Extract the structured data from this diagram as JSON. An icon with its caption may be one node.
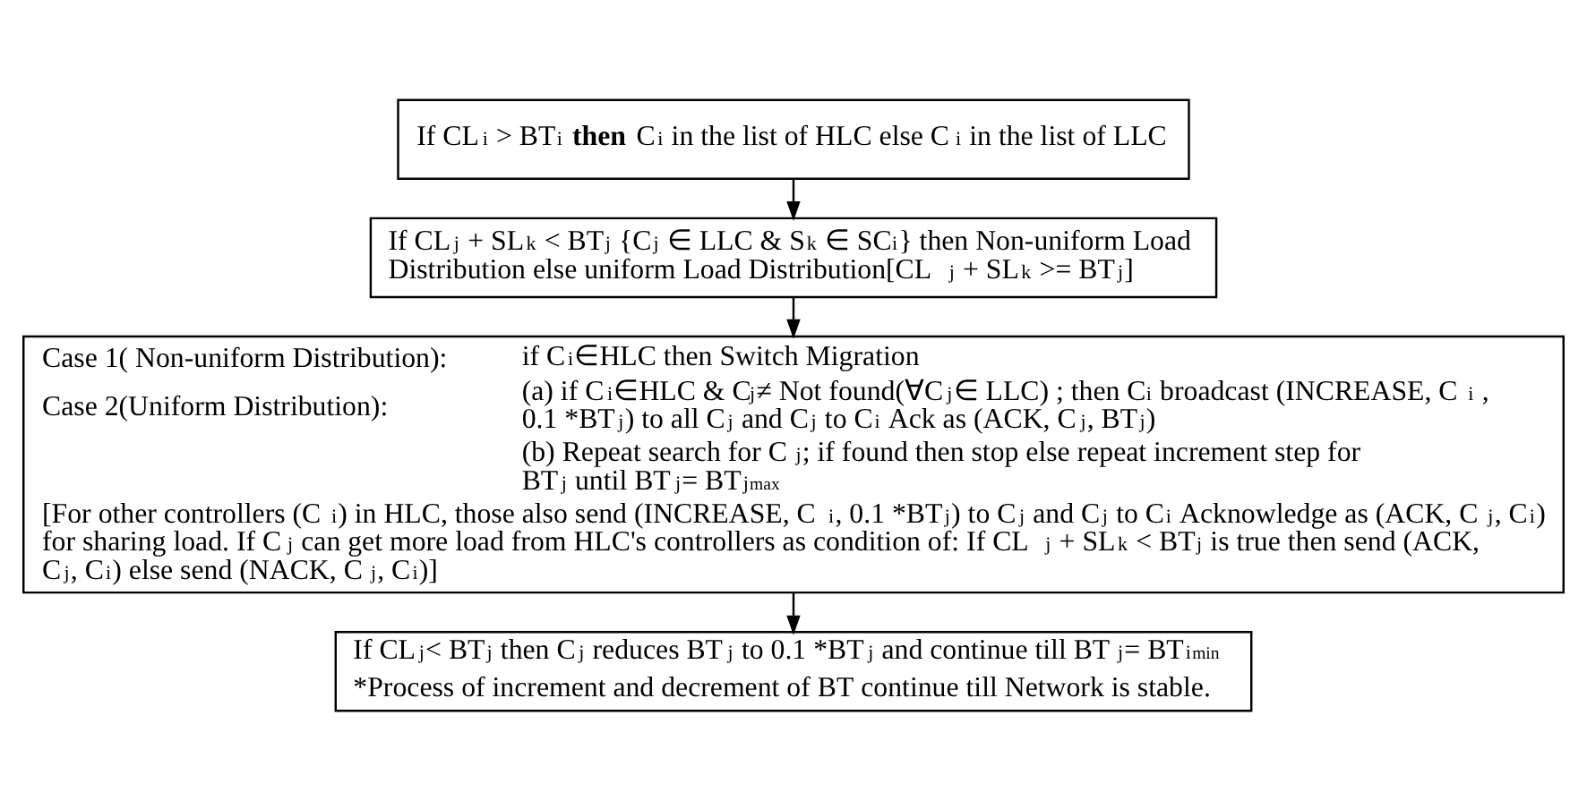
{
  "diagram": {
    "nodes": [
      {
        "text": [
          "If CL$_{i}$ > BT$_{i}$ **then** C$_{i}$ in the list of HLC else C$_{i}$ in the list of LLC"
        ]
      },
      {
        "text": [
          "If CL$_{j}$ + SL$_{k}$ < BT$_{j}$ {C$_{j}$ ∈ LLC & S$_{k}$ ∈ SC$_{i}$} then Non-uniform Load Distribution else uniform Load Distribution[CL$_{j}$ + SL$_{k}$ >= BT$_{j}$]"
        ]
      },
      {
        "text": [
          "Case 1( Non-uniform Distribution):",
          "if C$_{i}$∈HLC then Switch Migration",
          "Case 2(Uniform Distribution):",
          "(a) if C$_{i}$∈HLC & C$_{j}$≠ Not found(∀C$_{j}$∈ LLC) ; then C$_{i}$ broadcast (INCREASE, C$_{i}$ , 0.1 *BT$_{j}$) to all C$_{j}$ and C$_{j}$ to C$_{i}$ Ack as (ACK, C$_{j}$, BT$_{j}$)",
          "(b) Repeat search for C$_{j}$; if found then stop else repeat increment step for BT$_{j}$ until BT$_{j}$= BT$_{j}$$^{max}$",
          "[For other controllers (C$_{i}$) in HLC, those also send (INCREASE, C$_{i}$, 0.1 *BT$_{j}$) to C$_{j}$ and C$_{j}$ to C$_{i}$ Acknowledge as (ACK, C$_{j}$, C$_{i}$) for sharing load. If C$_{j}$ can get more load from HLC's controllers as condition of: If CL$_{j}$ + SL$_{k}$ < BT$_{j}$ is true then send (ACK, C$_{j}$, C$_{i}$) else send (NACK, C$_{j}$, C$_{i}$)]"
        ]
      },
      {
        "text": [
          "If CL$_{j}$< BT$_{j}$ then C$_{j}$ reduces BT$_{j}$ to 0.1 *BT$_{j}$ and continue till BT$_{j}$= BT$_{i}$$^{min}$",
          "*Process of increment and decrement of BT continue till Network is stable."
        ]
      }
    ],
    "edges": [
      {
        "from": 0,
        "to": 1,
        "arrow": "to"
      },
      {
        "from": 1,
        "to": 2,
        "arrow": "to"
      },
      {
        "from": 2,
        "to": 3,
        "arrow": "to"
      }
    ]
  }
}
